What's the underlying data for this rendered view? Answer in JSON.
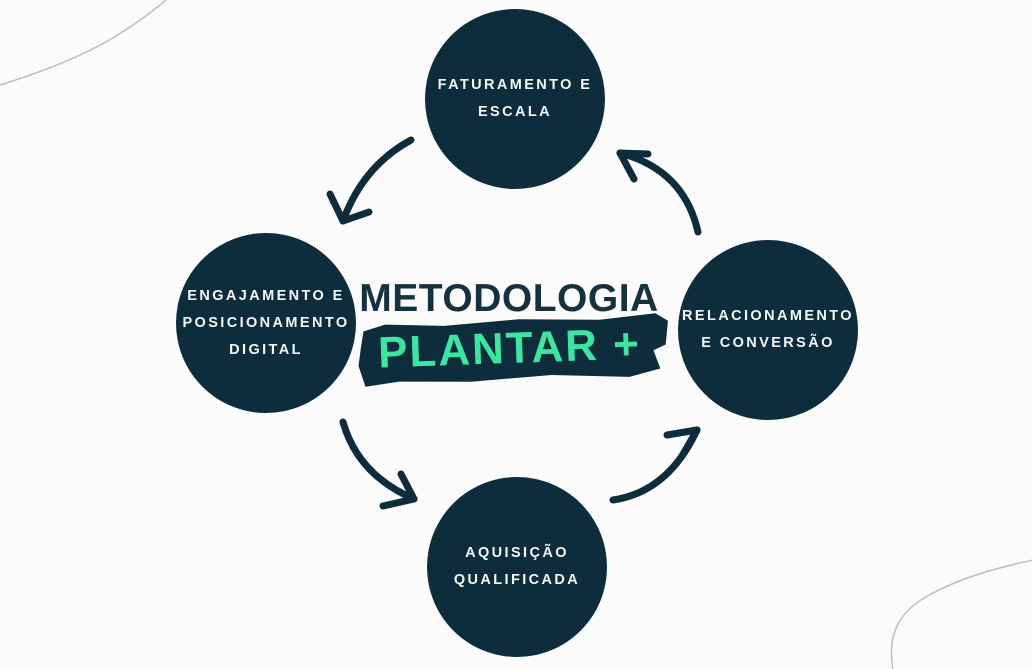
{
  "center": {
    "title": "METODOLOGIA",
    "brand": "PLANTAR +"
  },
  "nodes": {
    "top": {
      "lines": [
        "FATURAMENTO E",
        "ESCALA"
      ]
    },
    "left": {
      "lines": [
        "ENGAJAMENTO E",
        "POSICIONAMENTO",
        "DIGITAL"
      ]
    },
    "right": {
      "lines": [
        "RELACIONAMENTO",
        "E CONVERSÃO"
      ]
    },
    "bottom": {
      "lines": [
        "AQUISIÇÃO",
        "QUALIFICADA"
      ]
    }
  },
  "cycle": [
    {
      "from": "FATURAMENTO E ESCALA",
      "to": "ENGAJAMENTO E POSICIONAMENTO DIGITAL"
    },
    {
      "from": "ENGAJAMENTO E POSICIONAMENTO DIGITAL",
      "to": "AQUISIÇÃO QUALIFICADA"
    },
    {
      "from": "AQUISIÇÃO QUALIFICADA",
      "to": "RELACIONAMENTO E CONVERSÃO"
    },
    {
      "from": "RELACIONAMENTO E CONVERSÃO",
      "to": "FATURAMENTO E ESCALA"
    }
  ],
  "colors": {
    "navy": "#0d2c3c",
    "green": "#3ce5a2",
    "background": "#fafbfa",
    "text_light": "#f5f8f8",
    "corner_line": "#b6bfc4"
  }
}
